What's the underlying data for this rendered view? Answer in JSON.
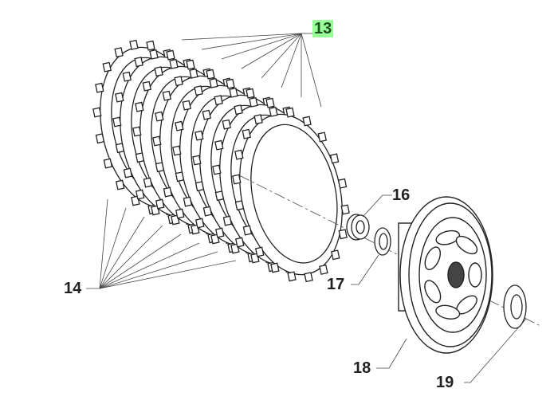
{
  "callouts": [
    {
      "id": "13",
      "highlighted": true
    },
    {
      "id": "14",
      "highlighted": false
    },
    {
      "id": "16",
      "highlighted": false
    },
    {
      "id": "17",
      "highlighted": false
    },
    {
      "id": "18",
      "highlighted": false
    },
    {
      "id": "19",
      "highlighted": false
    }
  ],
  "colors": {
    "highlight": "#99ff99",
    "line": "#333333"
  }
}
